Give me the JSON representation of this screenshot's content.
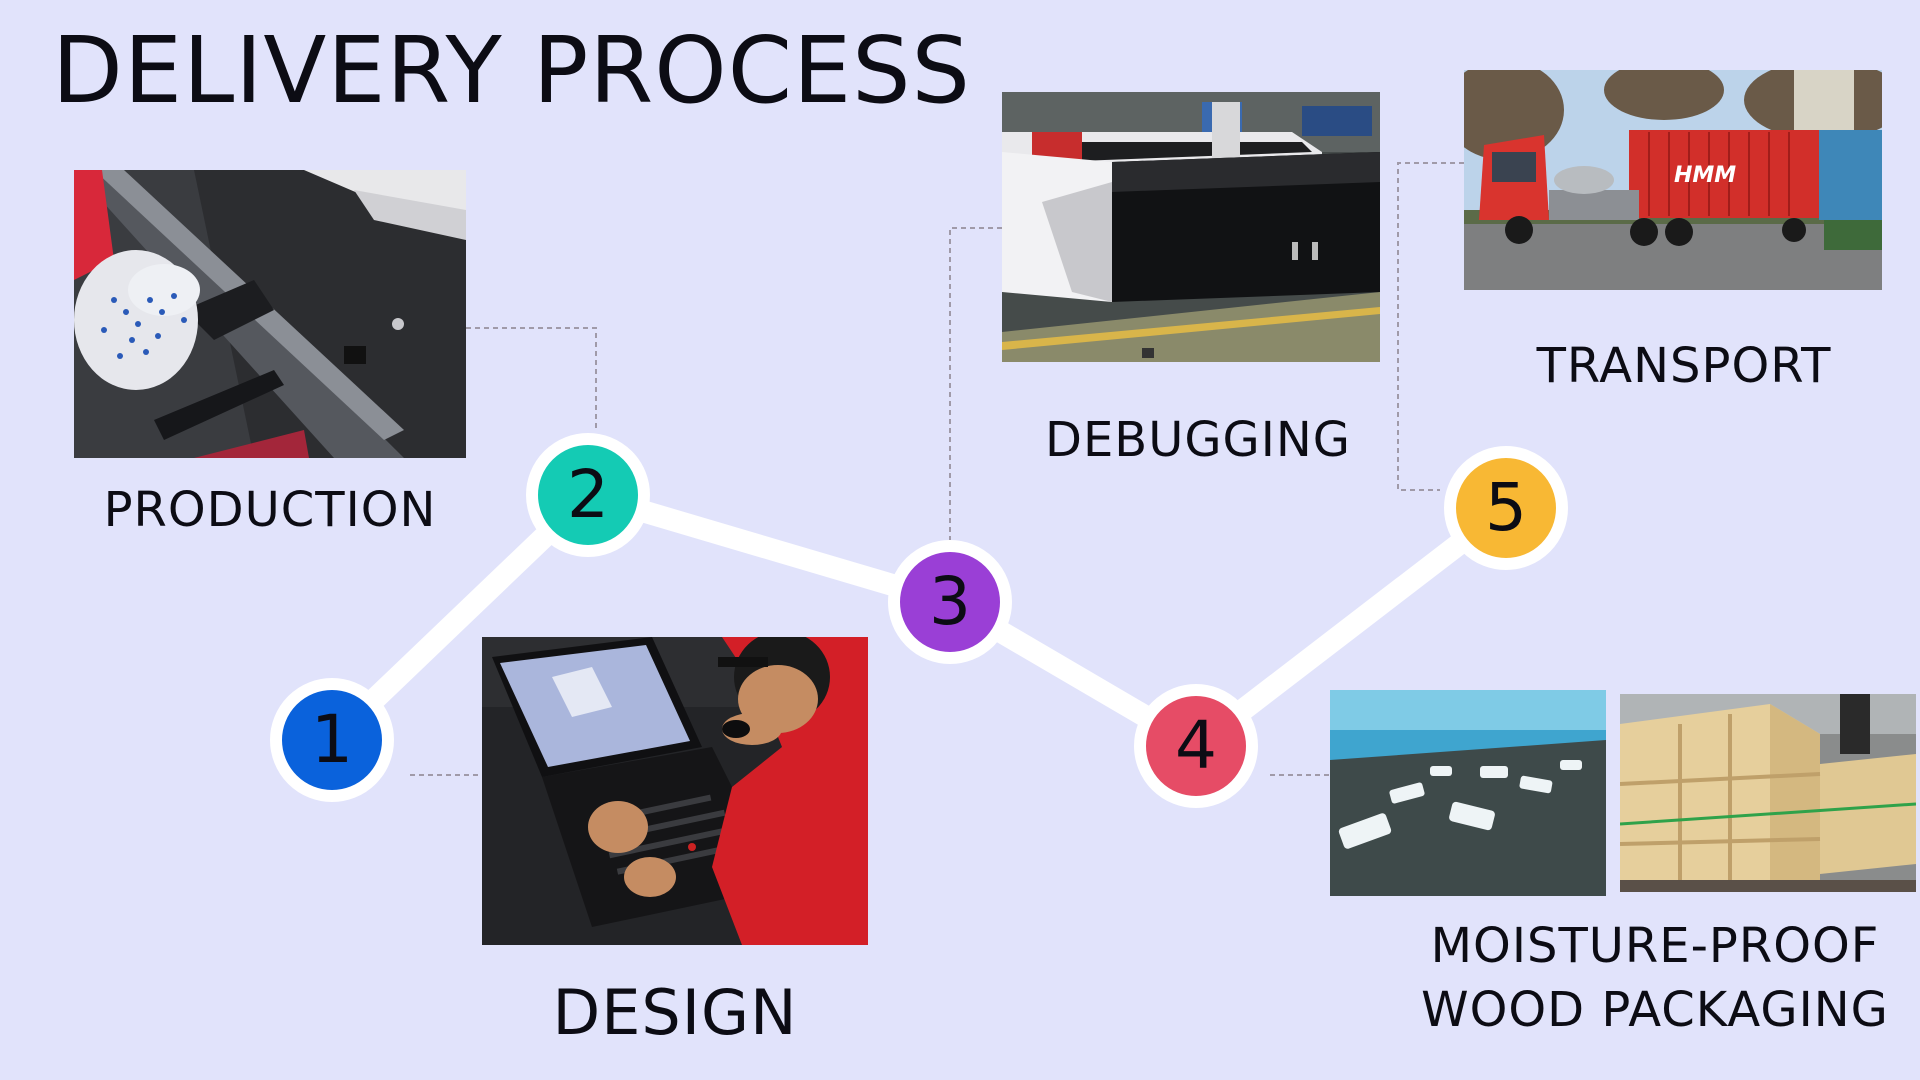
{
  "title": "DELIVERY PROCESS",
  "colors": {
    "background": "#e1e3fb",
    "line": "#ffffff",
    "dashes": "#a09aa8",
    "step1": "#0a62dc",
    "step2": "#14cbb4",
    "step3": "#9a3fd6",
    "step4": "#e64c66",
    "step5": "#f8b834"
  },
  "steps": [
    {
      "number": "1",
      "label": "DESIGN",
      "color": "#0a62dc",
      "image_icon": "laptop-design-photo"
    },
    {
      "number": "2",
      "label": "PRODUCTION",
      "color": "#14cbb4",
      "image_icon": "production-rail-photo"
    },
    {
      "number": "3",
      "label": "DEBUGGING",
      "color": "#9a3fd6",
      "image_icon": "cutting-machine-photo"
    },
    {
      "number": "4",
      "label_line1": "MOISTURE-PROOF",
      "label_line2": "WOOD PACKAGING",
      "color": "#e64c66",
      "image_icon": "desiccant-and-crate-photo"
    },
    {
      "number": "5",
      "label": "TRANSPORT",
      "color": "#f8b834",
      "image_icon": "container-truck-photo"
    }
  ],
  "truck_text": "HMM"
}
